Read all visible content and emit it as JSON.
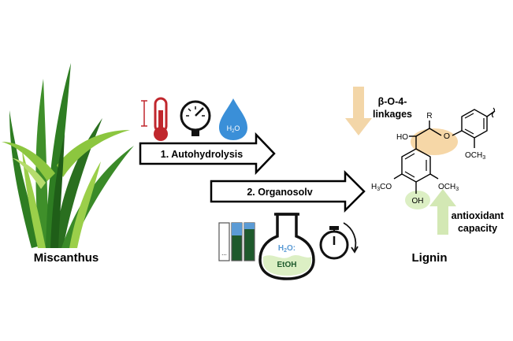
{
  "source_label": "Miscanthus",
  "product_label": "Lignin",
  "steps": {
    "step1": "1. Autohydrolysis",
    "step2": "2. Organosolv"
  },
  "annotations": {
    "linkage_line1": "β-O-4-",
    "linkage_line2": "linkages",
    "antioxidant_line1": "antioxidant",
    "antioxidant_line2": "capacity"
  },
  "icons": {
    "thermometer": "thermometer-icon",
    "pressure": "pressure-gauge-icon",
    "water": "water-drop-icon",
    "bars": "ratio-bars-icon",
    "flask": "flask-icon",
    "timer": "stopwatch-icon"
  },
  "water_drop": {
    "prefix": "H",
    "sub": "2",
    "suffix": "O"
  },
  "flask_text": {
    "line1_prefix": "H",
    "line1_sub": "2",
    "line1_suffix": "O:",
    "line2": "EtOH"
  },
  "bars_text": "...",
  "structure": {
    "ho": "HO",
    "r": "R",
    "o": "O",
    "och3_top": "OCH",
    "och3_top_sub": "3",
    "h3co_prefix": "H",
    "h3co_sub": "3",
    "h3co_suffix": "CO",
    "och3_right": "OCH",
    "och3_right_sub": "3",
    "oh": "OH"
  },
  "colors": {
    "grass_dark": "#2e7d22",
    "grass_light": "#8cc63f",
    "thermo_red": "#c0272d",
    "water_blue": "#3a8fd8",
    "linkage_highlight": "#f6d7a7",
    "oh_highlight": "#dcefc4",
    "down_arrow": "#f3d6a8",
    "up_arrow": "#d3e8b4",
    "bar_blue": "#5b9bd5",
    "bar_green": "#1e5a2c",
    "flask_green": "#1e5a2c"
  }
}
